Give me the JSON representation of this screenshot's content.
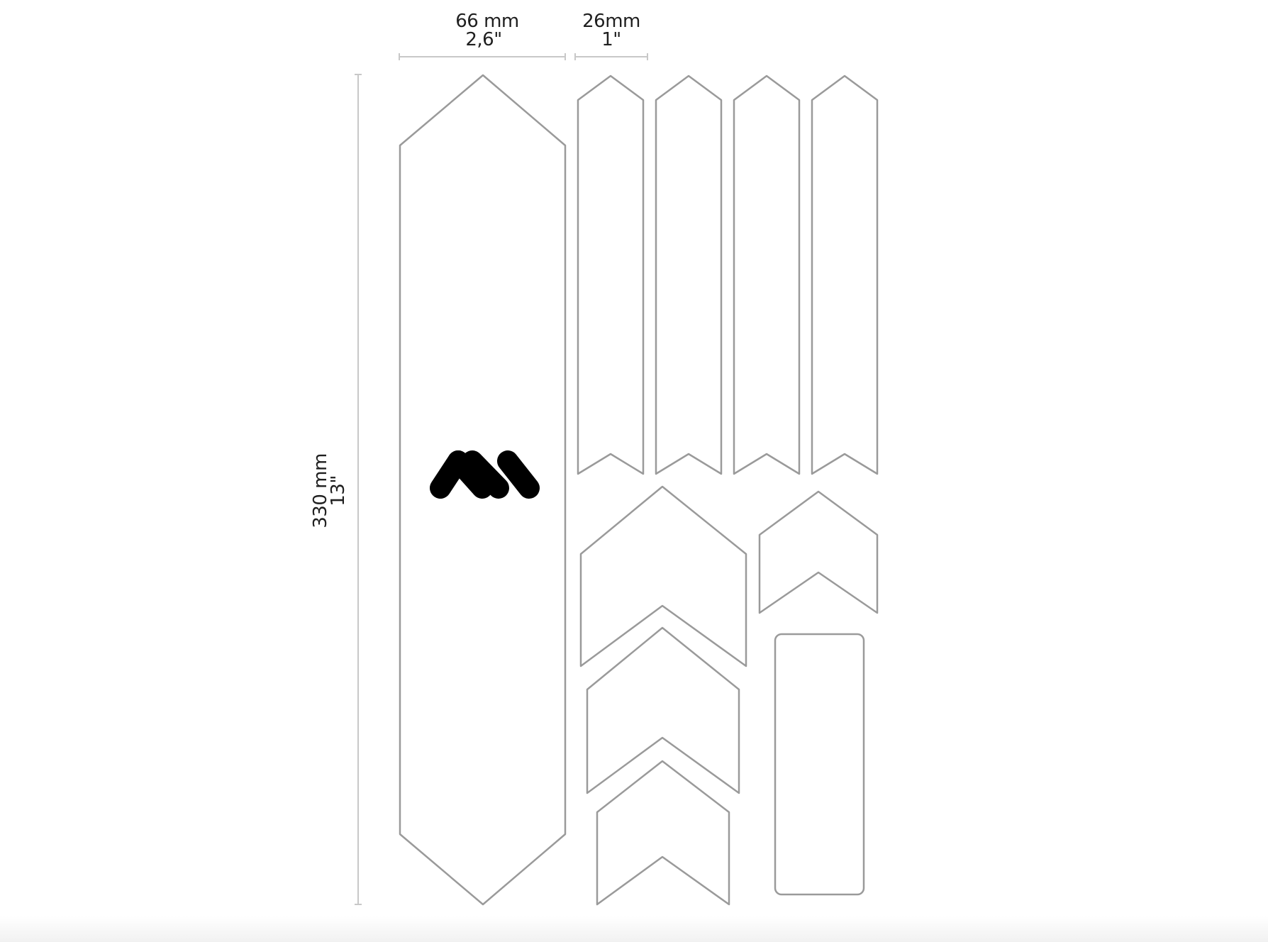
{
  "dimensions": {
    "width_mm": "66 mm",
    "width_in": "2,6\"",
    "strip_mm": "26mm",
    "strip_in": "1\"",
    "length_mm": "330 mm",
    "length_in": "13\""
  },
  "colors": {
    "outline": "#9a9a9a",
    "dimension_line": "#c8c8c8",
    "logo": "#000000",
    "text": "#1f1f1f",
    "background": "#ffffff"
  },
  "logo": {
    "icon": "am-logo-icon"
  }
}
